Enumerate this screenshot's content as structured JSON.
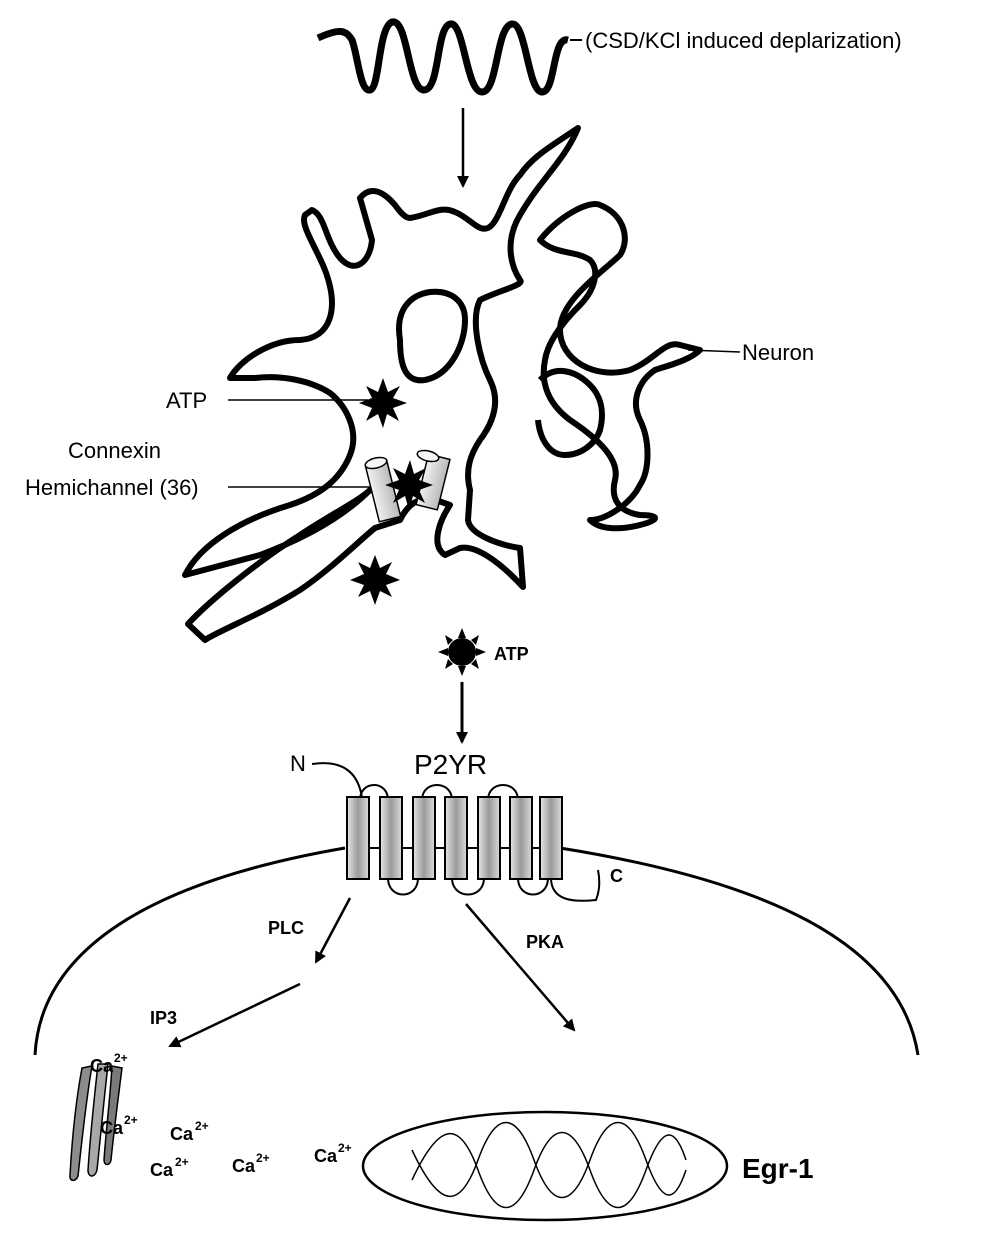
{
  "labels": {
    "stimulus": "(CSD/KCl induced deplarization)",
    "neuron": "Neuron",
    "atp_inside": "ATP",
    "connexin_line1": "Connexin",
    "connexin_line2": "Hemichannel (36)",
    "atp_released": "ATP",
    "receptor": "P2YR",
    "n_terminus": "N",
    "c_terminus": "C",
    "plc": "PLC",
    "pka": "PKA",
    "ip3": "IP3",
    "calcium": "Ca",
    "calcium_charge": "2+",
    "egr1": "Egr-1"
  }
}
